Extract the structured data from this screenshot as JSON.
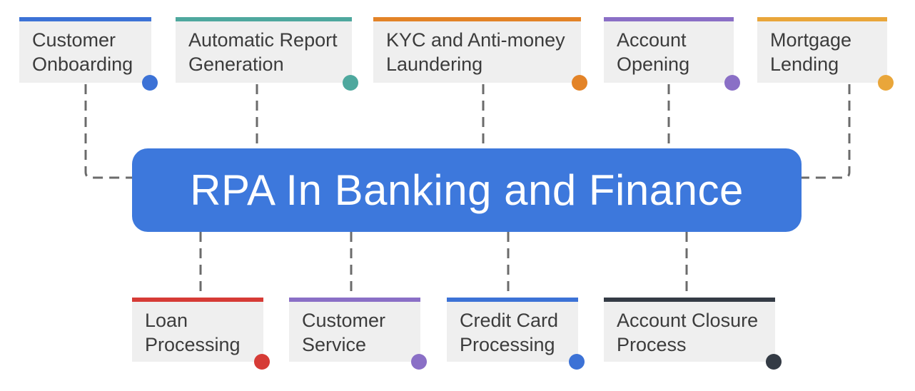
{
  "title": "RPA In Banking and Finance",
  "top_items": [
    {
      "label": "Customer\nOnboarding",
      "color": "#3c72d6"
    },
    {
      "label": "Automatic Report\nGeneration",
      "color": "#4ea89e"
    },
    {
      "label": "KYC and Anti-money\nLaundering",
      "color": "#e38327"
    },
    {
      "label": "Account\nOpening",
      "color": "#8a6fc6"
    },
    {
      "label": "Mortgage\nLending",
      "color": "#e9a63a"
    }
  ],
  "bottom_items": [
    {
      "label": "Loan\nProcessing",
      "color": "#d63b36"
    },
    {
      "label": "Customer\nService",
      "color": "#8a6fc6"
    },
    {
      "label": "Credit Card\nProcessing",
      "color": "#3c72d6"
    },
    {
      "label": "Account Closure\nProcess",
      "color": "#343b45"
    }
  ]
}
